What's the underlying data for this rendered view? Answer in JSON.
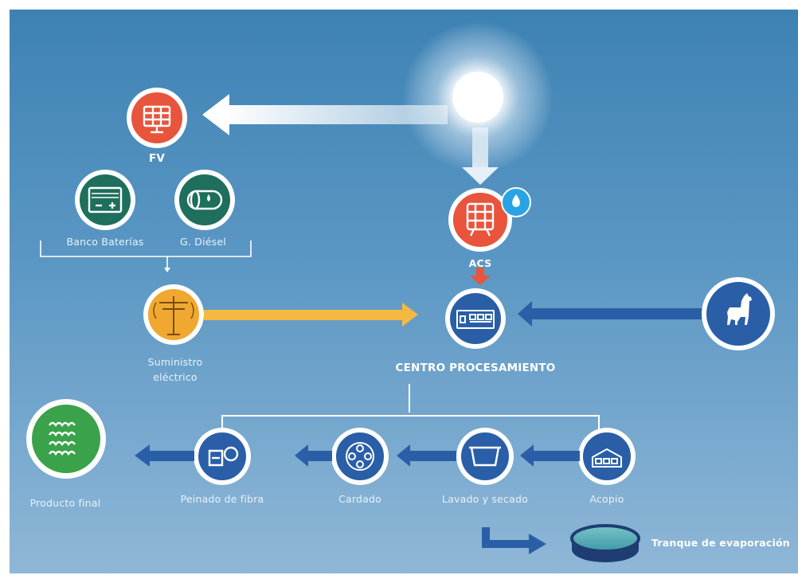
{
  "nodes": {
    "fv": {
      "label": "FV",
      "icon": "solar-panel-icon",
      "color": "#e8543c"
    },
    "battery_bank": {
      "label": "Banco Baterías",
      "icon": "battery-icon",
      "color": "#1e6f5c"
    },
    "diesel": {
      "label": "G. Diésel",
      "icon": "diesel-tank-icon",
      "color": "#1e6f5c"
    },
    "supply": {
      "label_line1": "Suministro",
      "label_line2": "eléctrico",
      "icon": "power-pole-icon",
      "color": "#f0a830"
    },
    "acs": {
      "label": "ACS",
      "icon": "solar-thermal-icon",
      "color": "#e8543c"
    },
    "processing": {
      "label": "CENTRO PROCESAMIENTO",
      "icon": "factory-icon",
      "color": "#2a5fa8"
    },
    "llama": {
      "icon": "llama-icon",
      "color": "#2a5fa8"
    },
    "stockpile": {
      "label": "Acopio",
      "icon": "warehouse-icon",
      "color": "#2a5fa8"
    },
    "washing": {
      "label": "Lavado y secado",
      "icon": "wash-basin-icon",
      "color": "#2a5fa8"
    },
    "carding": {
      "label": "Cardado",
      "icon": "carding-icon",
      "color": "#2a5fa8"
    },
    "combing": {
      "label": "Peinado de fibra",
      "icon": "fiber-roll-icon",
      "color": "#2a5fa8"
    },
    "final_product": {
      "label": "Producto final",
      "icon": "wool-skein-icon",
      "color": "#3aa24a"
    },
    "evaporation": {
      "label": "Tranque de evaporación",
      "icon": "evaporation-pond-icon"
    }
  },
  "colors": {
    "arrow_blue": "#2a5fa8",
    "arrow_yellow": "#f4b942",
    "arrow_red": "#e8543c",
    "water_badge": "#29a3e6"
  }
}
